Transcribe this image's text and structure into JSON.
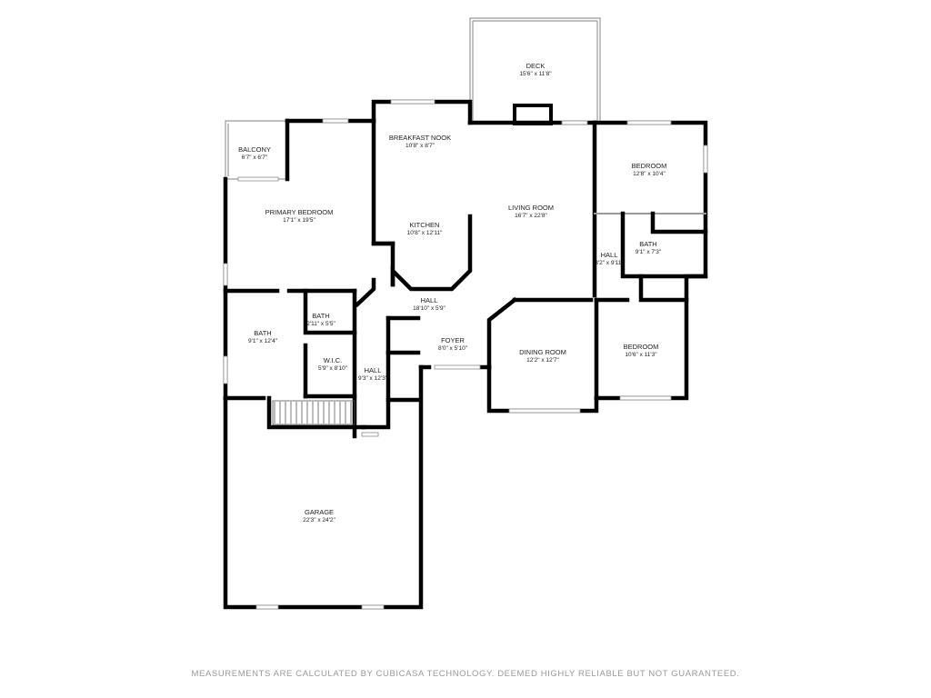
{
  "plan": {
    "rooms": [
      {
        "id": "deck",
        "name": "DECK",
        "dims": "15'6\" x 11'8\""
      },
      {
        "id": "balcony",
        "name": "BALCONY",
        "dims": "6'7\" x 6'7\""
      },
      {
        "id": "breakfast-nook",
        "name": "BREAKFAST NOOK",
        "dims": "10'8\" x 8'7\""
      },
      {
        "id": "primary-bedroom",
        "name": "PRIMARY BEDROOM",
        "dims": "17'1\" x 19'5\""
      },
      {
        "id": "kitchen",
        "name": "KITCHEN",
        "dims": "10'8\" x 12'11\""
      },
      {
        "id": "living-room",
        "name": "LIVING ROOM",
        "dims": "16'7\" x 22'8\""
      },
      {
        "id": "bedroom-1",
        "name": "BEDROOM",
        "dims": "12'8\" x 10'4\""
      },
      {
        "id": "bath-1",
        "name": "BATH",
        "dims": "9'1\" x 7'3\""
      },
      {
        "id": "hall-1",
        "name": "HALL",
        "dims": "3'2\" x 9'11\""
      },
      {
        "id": "hall-main",
        "name": "HALL",
        "dims": "18'10\" x 5'9\""
      },
      {
        "id": "bath-small",
        "name": "BATH",
        "dims": "2'11\" x 5'5\""
      },
      {
        "id": "bath-primary",
        "name": "BATH",
        "dims": "9'1\" x 12'4\""
      },
      {
        "id": "foyer",
        "name": "FOYER",
        "dims": "8'0\" x 5'10\""
      },
      {
        "id": "wic",
        "name": "W.I.C.",
        "dims": "5'9\" x 8'10\""
      },
      {
        "id": "hall-2",
        "name": "HALL",
        "dims": "9'3\" x 12'3\""
      },
      {
        "id": "dining-room",
        "name": "DINING ROOM",
        "dims": "12'2\" x 12'7\""
      },
      {
        "id": "bedroom-2",
        "name": "BEDROOM",
        "dims": "10'6\" x 11'3\""
      },
      {
        "id": "garage",
        "name": "GARAGE",
        "dims": "22'3\" x 24'2\""
      }
    ]
  },
  "footer": {
    "disclaimer": "MEASUREMENTS ARE CALCULATED BY CUBICASA TECHNOLOGY. DEEMED HIGHLY RELIABLE BUT NOT GUARANTEED."
  }
}
